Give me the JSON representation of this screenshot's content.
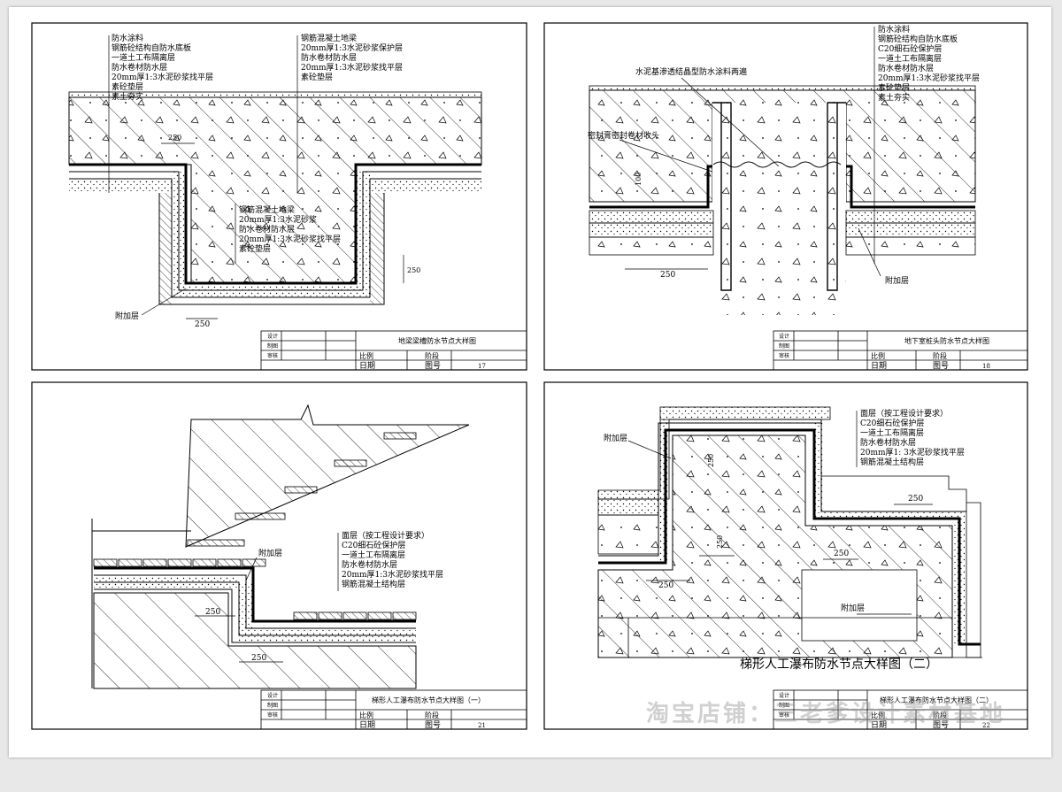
{
  "panels": {
    "tl": {
      "title": "地梁梁槽防水节点大样图",
      "drawing_no": "17",
      "layers_top": [
        "防水涂料",
        "钢筋砼结构自防水底板",
        "一道土工布隔离层",
        "防水卷材防水层",
        "20mm厚1:3水泥砂浆找平层",
        "素砼垫层",
        "素土夯实"
      ],
      "layers_bottom": [
        "钢筋混凝土地梁",
        "20mm厚1:3水泥砂浆保护层",
        "防水卷材防水层",
        "20mm厚1:3水泥砂浆找平层",
        "素砼垫层"
      ],
      "layers_mid": [
        "钢筋混凝土地梁",
        "20mm厚1:3水泥砂浆",
        "防水卷材防水层",
        "20mm厚1:3水泥砂浆找平层",
        "素砼垫层"
      ],
      "note_extra": "附加层",
      "dim_250": "250",
      "dim_small_top": "250",
      "dim_right": "250"
    },
    "tr": {
      "title": "地下室桩头防水节点大样图",
      "drawing_no": "18",
      "label_crystal": "水泥基渗透结晶型防水涂料两遍",
      "label_seal": "密封膏密封卷材收头",
      "layers": [
        "防水涂料",
        "钢筋砼结构自防水底板",
        "C20细石砼保护层",
        "一道土工布隔离层",
        "防水卷材防水层",
        "20mm厚1:3水泥砂浆找平层",
        "素砼垫层",
        "素土夯实"
      ],
      "note_extra": "附加层",
      "dim_250": "250",
      "dim_100": "100"
    },
    "bl": {
      "title": "梯形人工瀑布防水节点大样图（一）",
      "drawing_no": "21",
      "layers": [
        "面层（按工程设计要求）",
        "C20细石砼保护层",
        "一道土工布隔离层",
        "防水卷材防水层",
        "20mm厚1:3水泥砂浆找平层",
        "钢筋混凝土结构层"
      ],
      "note_extra": "附加层",
      "dim_250": "250",
      "dim_250b": "250"
    },
    "br": {
      "caption": "梯形人工瀑布防水节点大样图（二）",
      "title": "梯形人工瀑布防水节点大样图（二）",
      "drawing_no": "22",
      "layers": [
        "面层（按工程设计要求）",
        "C20细石砼保护层",
        "一道土工布隔离层",
        "防水卷材防水层",
        "20mm厚1: 3水泥砂浆找平层",
        "钢筋混凝土结构层"
      ],
      "note_extra1": "附加层",
      "note_extra2": "附加层",
      "dim_a": "250",
      "dim_b": "250",
      "dim_c": "250",
      "dim_d": "250",
      "dim_e": "250"
    }
  },
  "title_block": {
    "designer": "设计",
    "drawer": "制图",
    "checker": "审核",
    "scale": "比例",
    "stage": "阶段",
    "date": "日期",
    "drawing_no_label": "图号"
  },
  "watermark": "淘宝店铺：三老爹设计素材基地"
}
